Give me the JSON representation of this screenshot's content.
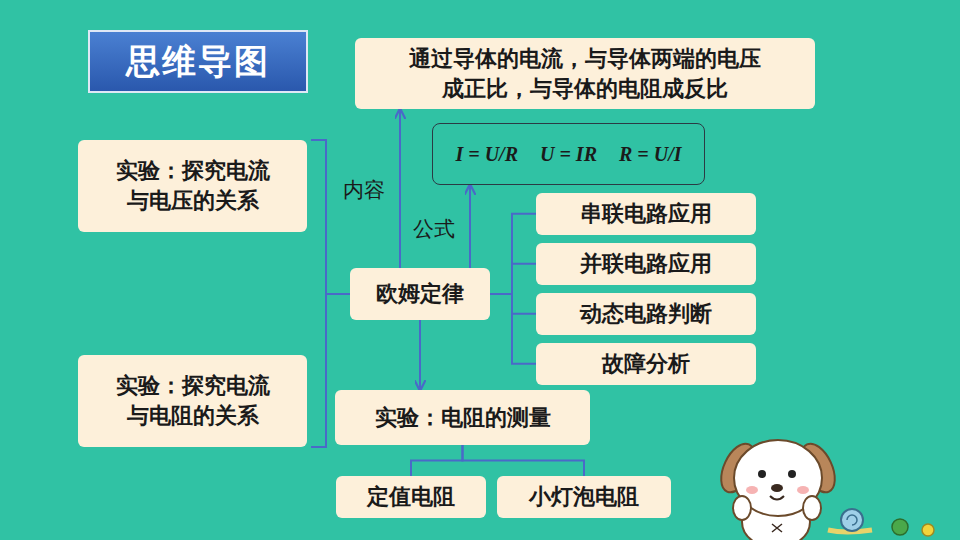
{
  "diagram": {
    "title": "思维导图",
    "nodes": [
      {
        "text": [
          "通过导体的电流，与导体两端的电压 成正比，与导体的电阻成反比"
        ]
      },
      {
        "text": [
          "I = U/R",
          "U = IR",
          "R = U/I"
        ]
      },
      {
        "text": [
          "实验：探究电流与电压的关系"
        ]
      },
      {
        "text": [
          "实验：探究电流与电阻的关系"
        ]
      },
      {
        "text": [
          "欧姆定律"
        ]
      },
      {
        "text": [
          "串联电路应用"
        ]
      },
      {
        "text": [
          "并联电路应用"
        ]
      },
      {
        "text": [
          "动态电路判断"
        ]
      },
      {
        "text": [
          "故障分析"
        ]
      },
      {
        "text": [
          "实验：电阻的测量"
        ]
      },
      {
        "text": [
          "定值电阻"
        ]
      },
      {
        "text": [
          "小灯泡电阻"
        ]
      }
    ],
    "edges": [
      {
        "from": 4,
        "to": 0,
        "arrow": "to",
        "label": "内容"
      },
      {
        "from": 4,
        "to": 1,
        "arrow": "to",
        "label": "公式"
      },
      {
        "from": 4,
        "to": 9,
        "arrow": "to"
      },
      {
        "from": 4,
        "to": 2,
        "arrow": "none"
      },
      {
        "from": 4,
        "to": 3,
        "arrow": "none"
      },
      {
        "from": 4,
        "to": 5,
        "arrow": "none"
      },
      {
        "from": 4,
        "to": 6,
        "arrow": "none"
      },
      {
        "from": 4,
        "to": 7,
        "arrow": "none"
      },
      {
        "from": 4,
        "to": 8,
        "arrow": "none"
      },
      {
        "from": 9,
        "to": 10,
        "arrow": "none"
      },
      {
        "from": 9,
        "to": 11,
        "arrow": "none"
      }
    ]
  }
}
